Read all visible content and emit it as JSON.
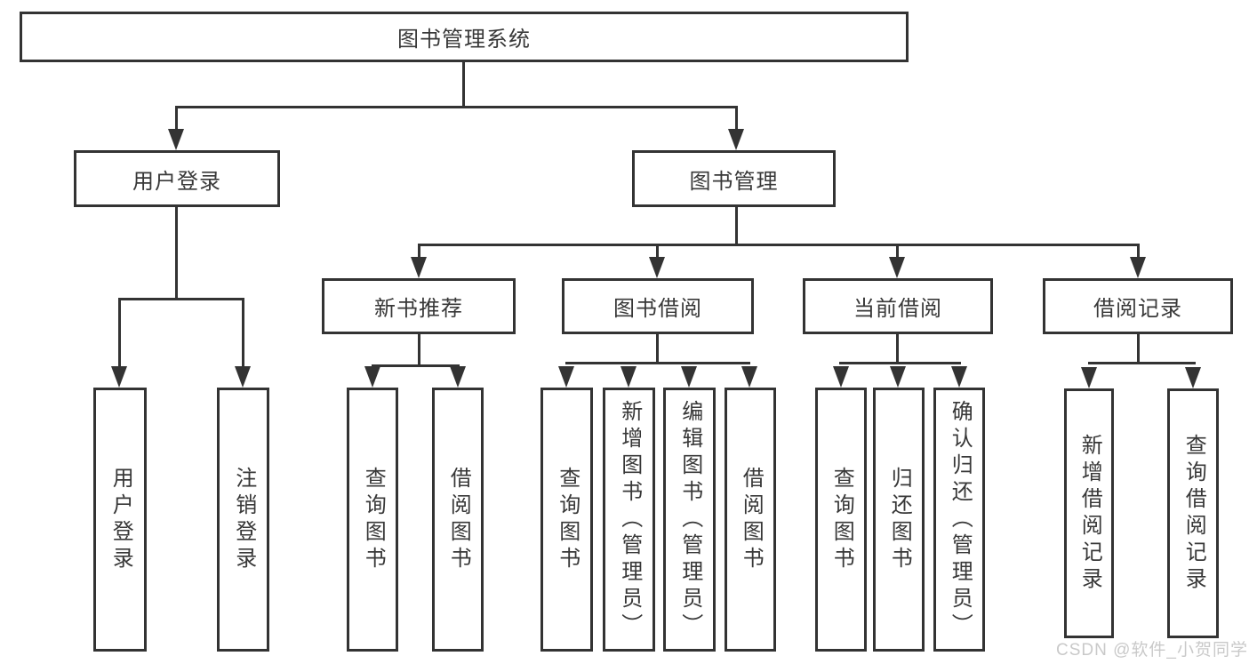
{
  "diagram_title": "图书管理系统",
  "nodes": {
    "root": "图书管理系统",
    "user_login": "用户登录",
    "book_mgmt": "图书管理",
    "new_book_rec": "新书推荐",
    "book_borrow": "图书借阅",
    "current_borrow": "当前借阅",
    "borrow_record": "借阅记录",
    "leaf_user_login": "用户登录",
    "leaf_logout": "注销登录",
    "leaf_rec_query_book": "查询图书",
    "leaf_rec_borrow_book": "借阅图书",
    "leaf_bb_query_book": "查询图书",
    "leaf_bb_add_book": "新增图书（管理员）",
    "leaf_bb_edit_book": "编辑图书（管理员）",
    "leaf_bb_borrow_book": "借阅图书",
    "leaf_cb_query_book": "查询图书",
    "leaf_cb_return_book": "归还图书",
    "leaf_cb_confirm_return": "确认归还（管理员）",
    "leaf_br_add_record": "新增借阅记录",
    "leaf_br_query_record": "查询借阅记录"
  },
  "watermark": "CSDN @软件_小贺同学",
  "colors": {
    "line": "#333333",
    "box_border": "#333333",
    "box_fill": "#ffffff",
    "text": "#383838",
    "watermark": "#c9c9c9"
  }
}
